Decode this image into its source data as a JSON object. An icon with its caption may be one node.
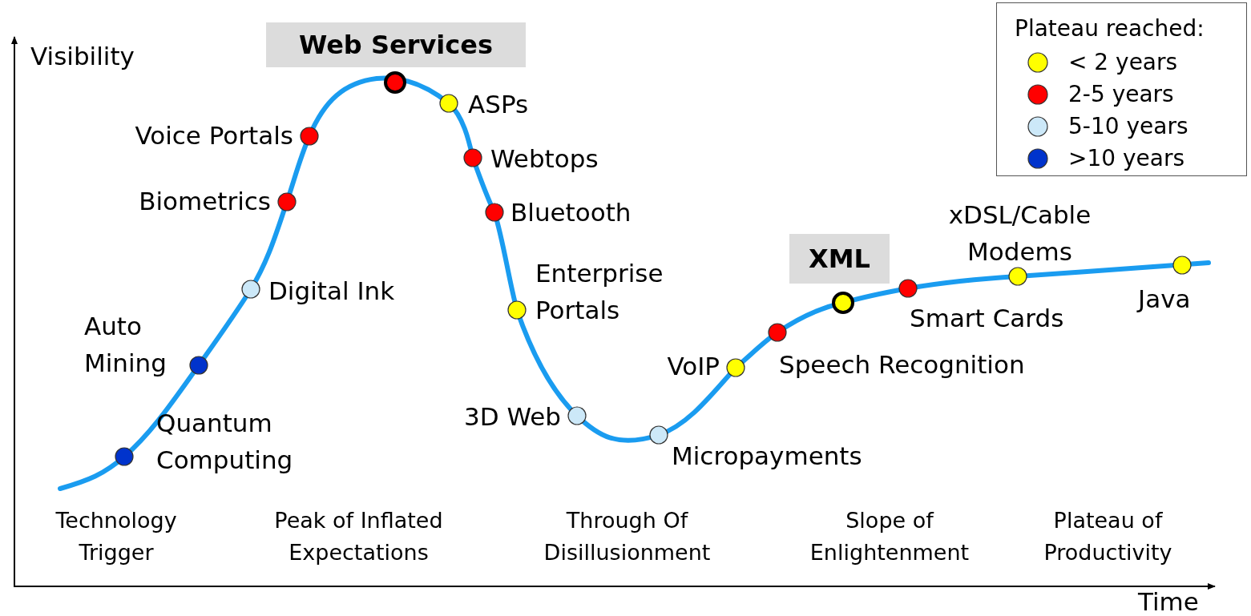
{
  "diagram": {
    "nodes": [
      {
        "text": [],
        "shape": "circle",
        "beside": [
          "Quantum Computing"
        ]
      },
      {
        "text": [],
        "shape": "circle",
        "beside": [
          "Auto Mining"
        ]
      },
      {
        "text": [],
        "shape": "circle",
        "beside": [
          "Digital Ink"
        ]
      },
      {
        "text": [],
        "shape": "circle",
        "beside": [
          "Biometrics"
        ]
      },
      {
        "text": [],
        "shape": "circle",
        "beside": [
          "Voice Portals"
        ]
      },
      {
        "text": [
          "Web Services"
        ]
      },
      {
        "text": [],
        "shape": "circle"
      },
      {
        "text": [],
        "shape": "circle",
        "beside": [
          "ASPs"
        ]
      },
      {
        "text": [],
        "shape": "circle",
        "beside": [
          "Webtops"
        ]
      },
      {
        "text": [],
        "shape": "circle",
        "beside": [
          "Bluetooth"
        ]
      },
      {
        "text": [],
        "shape": "circle",
        "beside": [
          "Enterprise Portals"
        ]
      },
      {
        "text": [],
        "shape": "circle",
        "beside": [
          "3D Web"
        ]
      },
      {
        "text": [],
        "shape": "circle",
        "beside": [
          "Micropayments"
        ]
      },
      {
        "text": [],
        "shape": "circle",
        "beside": [
          "VoIP"
        ]
      },
      {
        "text": [],
        "shape": "circle",
        "beside": [
          "Speech Recognition"
        ]
      },
      {
        "text": [
          "XML"
        ]
      },
      {
        "text": [],
        "shape": "circle"
      },
      {
        "text": [],
        "shape": "circle",
        "beside": [
          "Smart Cards"
        ]
      },
      {
        "text": [],
        "shape": "circle",
        "beside": [
          "xDSL/Cable Modems"
        ]
      },
      {
        "text": [],
        "shape": "circle",
        "beside": [
          "Java"
        ]
      }
    ],
    "edges": [],
    "labels": [
      "Visibility",
      "Plateau reached:",
      "Technology Trigger",
      "Peak of Inflated Expectations",
      "Through Of Disillusionment",
      "Slope of Enlightenment",
      "Plateau of Productivity",
      "Time"
    ],
    "legend": [
      {
        "text": "< 2 years",
        "color": "#ffff00"
      },
      {
        "text": "2-5 years",
        "color": "#ff0000"
      },
      {
        "text": "5-10 years",
        "color": "#cce8f8"
      },
      {
        "text": ">10 years",
        "color": "#0033cc"
      }
    ]
  }
}
